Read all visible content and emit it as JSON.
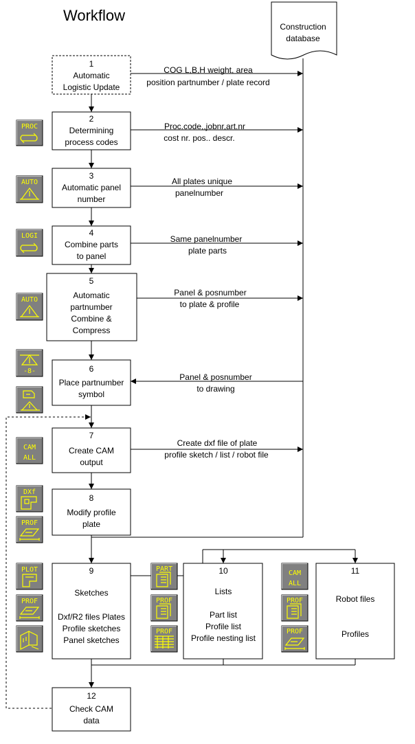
{
  "title": "Workflow",
  "database": {
    "line1": "Construction",
    "line2": "database"
  },
  "steps": [
    {
      "num": "1",
      "lines": [
        "Automatic",
        "Logistic Update"
      ]
    },
    {
      "num": "2",
      "lines": [
        "Determining",
        "process codes"
      ]
    },
    {
      "num": "3",
      "lines": [
        "Automatic panel",
        "number"
      ]
    },
    {
      "num": "4",
      "lines": [
        "Combine parts",
        "to panel"
      ]
    },
    {
      "num": "5",
      "lines": [
        "Automatic",
        "partnumber",
        "Combine &",
        "Compress"
      ]
    },
    {
      "num": "6",
      "lines": [
        "Place partnumber",
        "symbol"
      ]
    },
    {
      "num": "7",
      "lines": [
        "Create CAM",
        "output"
      ]
    },
    {
      "num": "8",
      "lines": [
        "Modify profile",
        "plate"
      ]
    },
    {
      "num": "9",
      "lines": [
        "Sketches",
        "Dxf/R2 files Plates",
        "Profile sketches",
        "Panel sketches"
      ]
    },
    {
      "num": "10",
      "lines": [
        "Lists",
        "Part list",
        "Profile list",
        "Profile nesting list"
      ]
    },
    {
      "num": "11",
      "lines": [
        "Robot files",
        "Profiles"
      ]
    },
    {
      "num": "12",
      "lines": [
        "Check CAM",
        "data"
      ]
    }
  ],
  "flows": [
    {
      "line1": "COG L,B,H weight, area",
      "line2": "position partnumber / plate record"
    },
    {
      "line1": "Proc.code,,jobnr,art.nr",
      "line2": "cost nr. pos.. descr."
    },
    {
      "line1": "All plates unique",
      "line2": "panelnumber"
    },
    {
      "line1": "Same panelnumber",
      "line2": "plate parts"
    },
    {
      "line1": "Panel & posnumber",
      "line2": "to plate & profile"
    },
    {
      "line1": "Panel & posnumber",
      "line2": "to drawing"
    },
    {
      "line1": "Create  dxf file of plate",
      "line2": "profile sketch / list / robot file"
    }
  ],
  "icons": {
    "proc": "PROC",
    "auto": "AUTO",
    "logi": "LOGI",
    "eight": "-8-",
    "cam": "CAM",
    "all": "ALL",
    "dxf": "DXf",
    "prof": "PROF",
    "plot": "PLOT",
    "part": "PART"
  }
}
